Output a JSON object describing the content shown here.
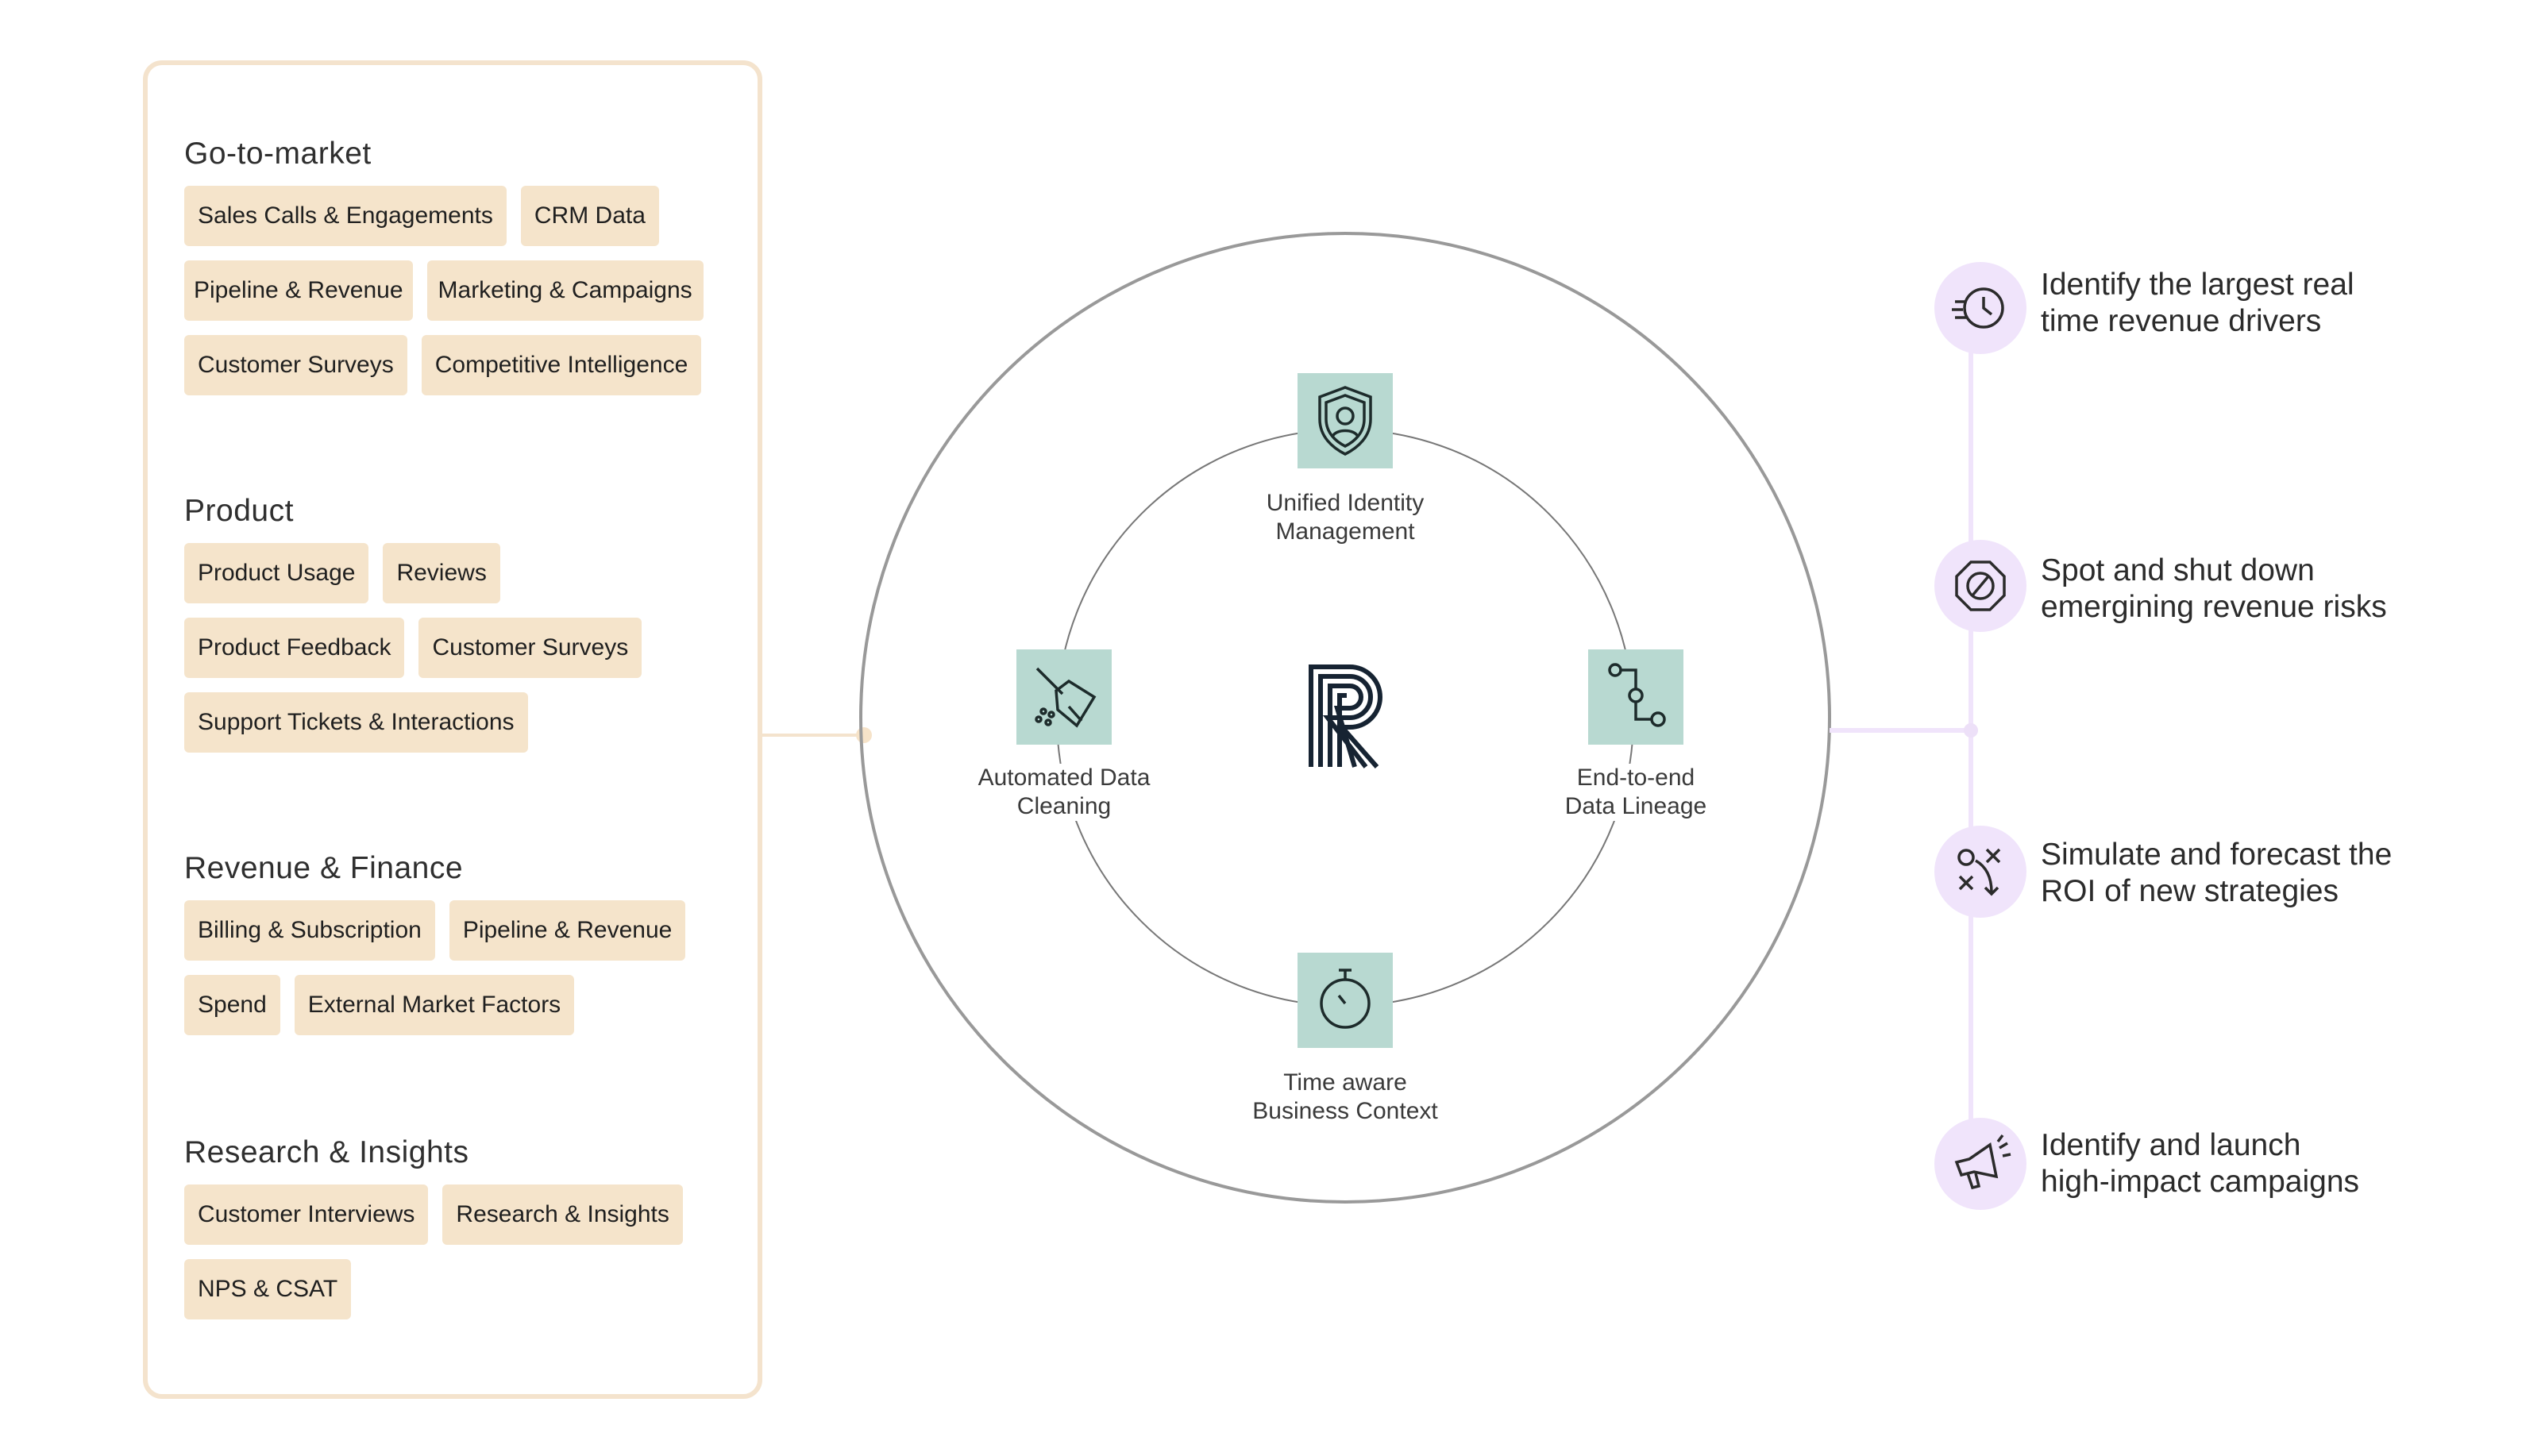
{
  "sources": [
    {
      "title": "Go-to-market",
      "tags": [
        "Sales Calls & Engagements",
        "CRM Data",
        "Pipeline & Revenue",
        "Marketing & Campaigns",
        "Customer Surveys",
        "Competitive Intelligence"
      ]
    },
    {
      "title": "Product",
      "tags": [
        "Product Usage",
        "Reviews",
        "Product Feedback",
        "Customer Surveys",
        "Support Tickets & Interactions"
      ]
    },
    {
      "title": "Revenue & Finance",
      "tags": [
        "Billing & Subscription",
        "Pipeline & Revenue",
        "Spend",
        "External Market Factors"
      ]
    },
    {
      "title": "Research & Insights",
      "tags": [
        "Customer Interviews",
        "Research & Insights",
        "NPS & CSAT"
      ]
    }
  ],
  "core": {
    "logo": "R",
    "nodes": {
      "top": {
        "line1": "Unified Identity",
        "line2": "Management",
        "icon": "shield-user-icon"
      },
      "left": {
        "line1": "Automated Data",
        "line2": "Cleaning",
        "icon": "broom-icon"
      },
      "right": {
        "line1": "End-to-end",
        "line2": "Data Lineage",
        "icon": "lineage-path-icon"
      },
      "bottom": {
        "line1": "Time aware",
        "line2": "Business Context",
        "icon": "stopwatch-icon"
      }
    }
  },
  "benefits": [
    {
      "line1": "Identify the largest real",
      "line2": "time revenue drivers",
      "icon": "clock-history-icon"
    },
    {
      "line1": "Spot and shut down",
      "line2": "emergining revenue risks",
      "icon": "stop-sign-icon"
    },
    {
      "line1": "Simulate and forecast the",
      "line2": "ROI of new strategies",
      "icon": "strategy-icon"
    },
    {
      "line1": "Identify and launch",
      "line2": "high-impact campaigns",
      "icon": "megaphone-icon"
    }
  ],
  "colors": {
    "tag_bg": "#f5e4cb",
    "panel_border": "#f4e3cd",
    "node_bg": "#b8d9d1",
    "benefit_bg": "#f0e4fb",
    "logo": "#162332"
  }
}
